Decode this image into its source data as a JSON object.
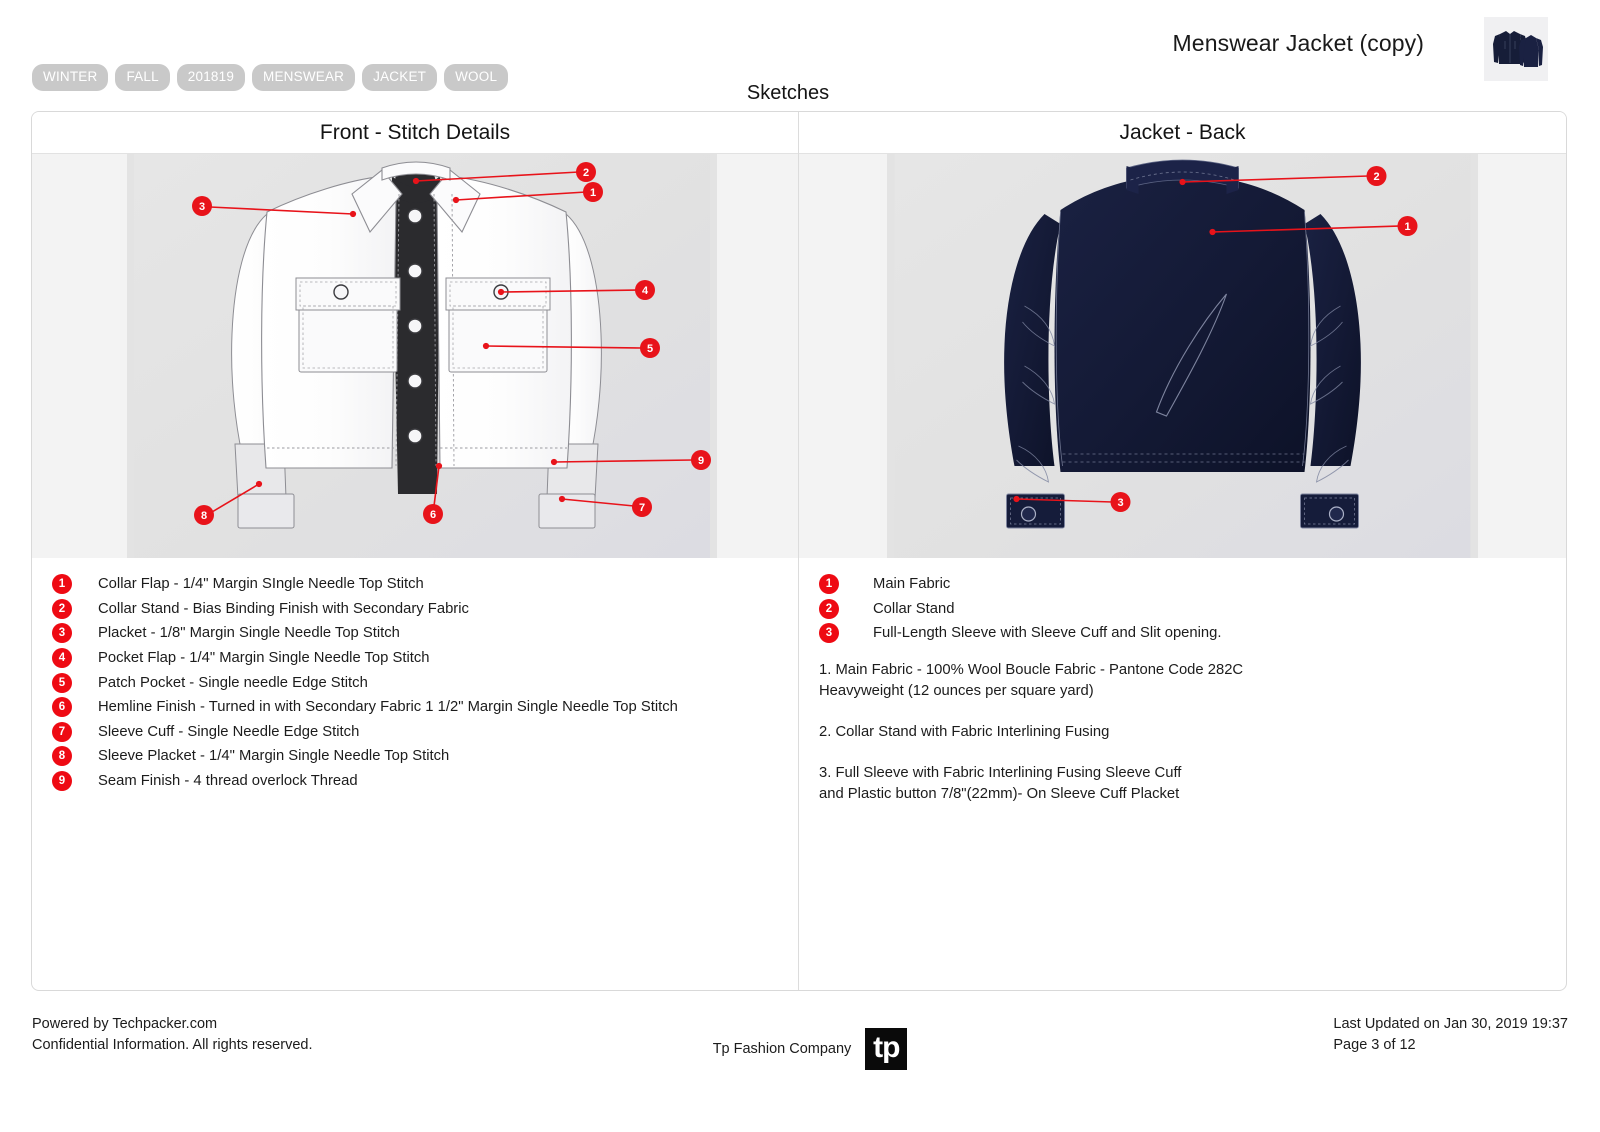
{
  "header": {
    "title": "Menswear Jacket (copy)",
    "thumbnail_alt": "jacket-front-back-thumbnail",
    "section_title": "Sketches",
    "tags": [
      "WINTER",
      "FALL",
      "201819",
      "MENSWEAR",
      "JACKET",
      "WOOL"
    ]
  },
  "panels": [
    {
      "title": "Front - Stitch Details",
      "legend": [
        {
          "num": "1",
          "text": "Collar Flap - 1/4\" Margin SIngle Needle Top Stitch"
        },
        {
          "num": "2",
          "text": "Collar Stand - Bias Binding Finish with Secondary Fabric"
        },
        {
          "num": "3",
          "text": "Placket - 1/8\" Margin Single Needle Top Stitch"
        },
        {
          "num": "4",
          "text": "Pocket Flap - 1/4\" Margin Single Needle Top Stitch"
        },
        {
          "num": "5",
          "text": "Patch Pocket - Single needle Edge Stitch"
        },
        {
          "num": "6",
          "text": "Hemline Finish - Turned in with Secondary Fabric 1 1/2\" Margin Single Needle Top Stitch"
        },
        {
          "num": "7",
          "text": "Sleeve Cuff - Single Needle Edge Stitch"
        },
        {
          "num": "8",
          "text": "Sleeve Placket - 1/4\" Margin Single Needle Top Stitch"
        },
        {
          "num": "9",
          "text": "Seam Finish - 4 thread overlock Thread"
        }
      ],
      "notes": []
    },
    {
      "title": "Jacket  - Back",
      "legend": [
        {
          "num": "1",
          "text": "Main Fabric"
        },
        {
          "num": "2",
          "text": "Collar Stand"
        },
        {
          "num": "3",
          "text": "Full-Length Sleeve with Sleeve Cuff and Slit opening."
        }
      ],
      "notes": [
        "1. Main Fabric -  100% Wool Boucle Fabric - Pantone Code 282C\nHeavyweight (12 ounces per square yard)",
        "2.  Collar Stand with Fabric Interlining Fusing",
        "3. Full Sleeve with Fabric Interlining Fusing Sleeve Cuff\nand Plastic button 7/8\"(22mm)- On Sleeve Cuff Placket"
      ]
    }
  ],
  "footer": {
    "powered_by": "Powered by Techpacker.com",
    "confidential": "Confidential Information. All rights reserved.",
    "company": "Tp Fashion Company",
    "logo_text": "tp",
    "last_updated": "Last Updated on Jan 30, 2019 19:37",
    "page_number": "Page 3 of 12"
  },
  "colors": {
    "marker_red": "#ee0a13",
    "tag_gray": "#c9c9c9",
    "sketch_bg": "#e3e3e3",
    "jacket_navy": "#151c37"
  }
}
